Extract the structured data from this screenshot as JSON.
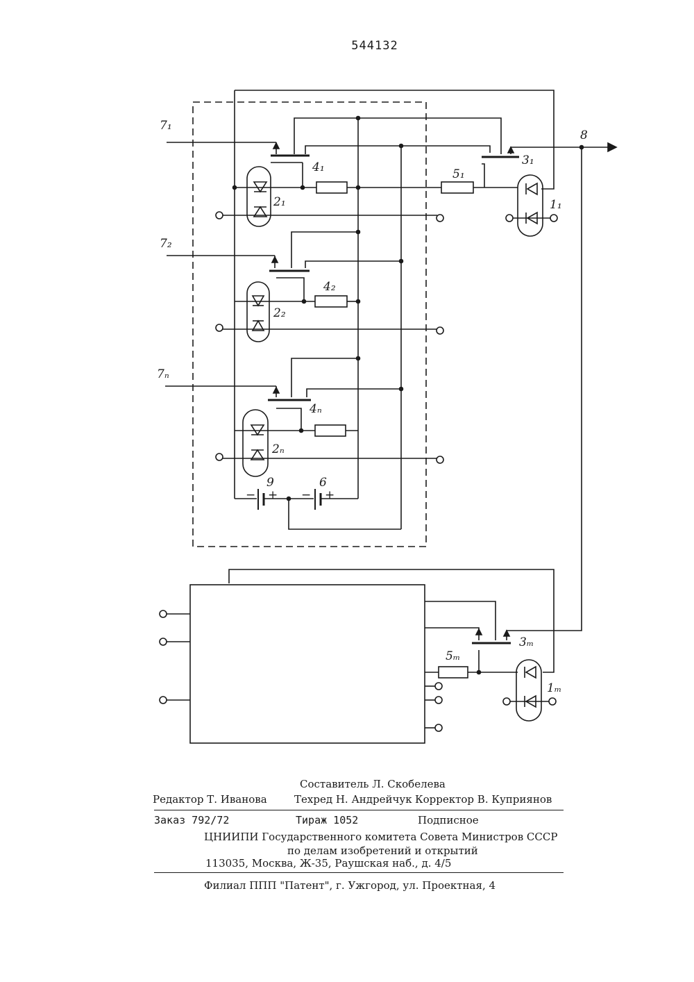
{
  "patent_number": "544132",
  "labels": {
    "transistor_41": "4₁",
    "transistor_42": "4₂",
    "transistor_4n": "4ₙ",
    "transistor_31": "3₁",
    "transistor_3m": "3ₘ",
    "optocoupler_21": "2₁",
    "optocoupler_22": "2₂",
    "optocoupler_2n": "2ₙ",
    "optocoupler_11": "1₁",
    "optocoupler_1m": "1ₘ",
    "resistor_51": "5₁",
    "resistor_5m": "5ₘ",
    "input_71": "7₁",
    "input_72": "7₂",
    "input_7n": "7ₙ",
    "output_8": "8",
    "battery_9": "9",
    "battery_6": "6",
    "minus": "−",
    "plus": "+"
  },
  "imprint": {
    "compiler": "Составитель Л. Скобелева",
    "editor": "Редактор Т. Иванова",
    "techred": "Техред Н. Андрейчук",
    "corrector": "Корректор В. Куприянов",
    "order": "Заказ 792/72",
    "circulation": "Тираж 1052",
    "subscription": "Подписное",
    "org_line1": "ЦНИИПИ Государственного комитета Совета Министров СССР",
    "org_line2": "по делам изобретений и открытий",
    "address": "113035, Москва, Ж-35, Раушская наб., д. 4/5",
    "branch": "Филиал ППП \"Патент\", г. Ужгород, ул. Проектная, 4"
  }
}
